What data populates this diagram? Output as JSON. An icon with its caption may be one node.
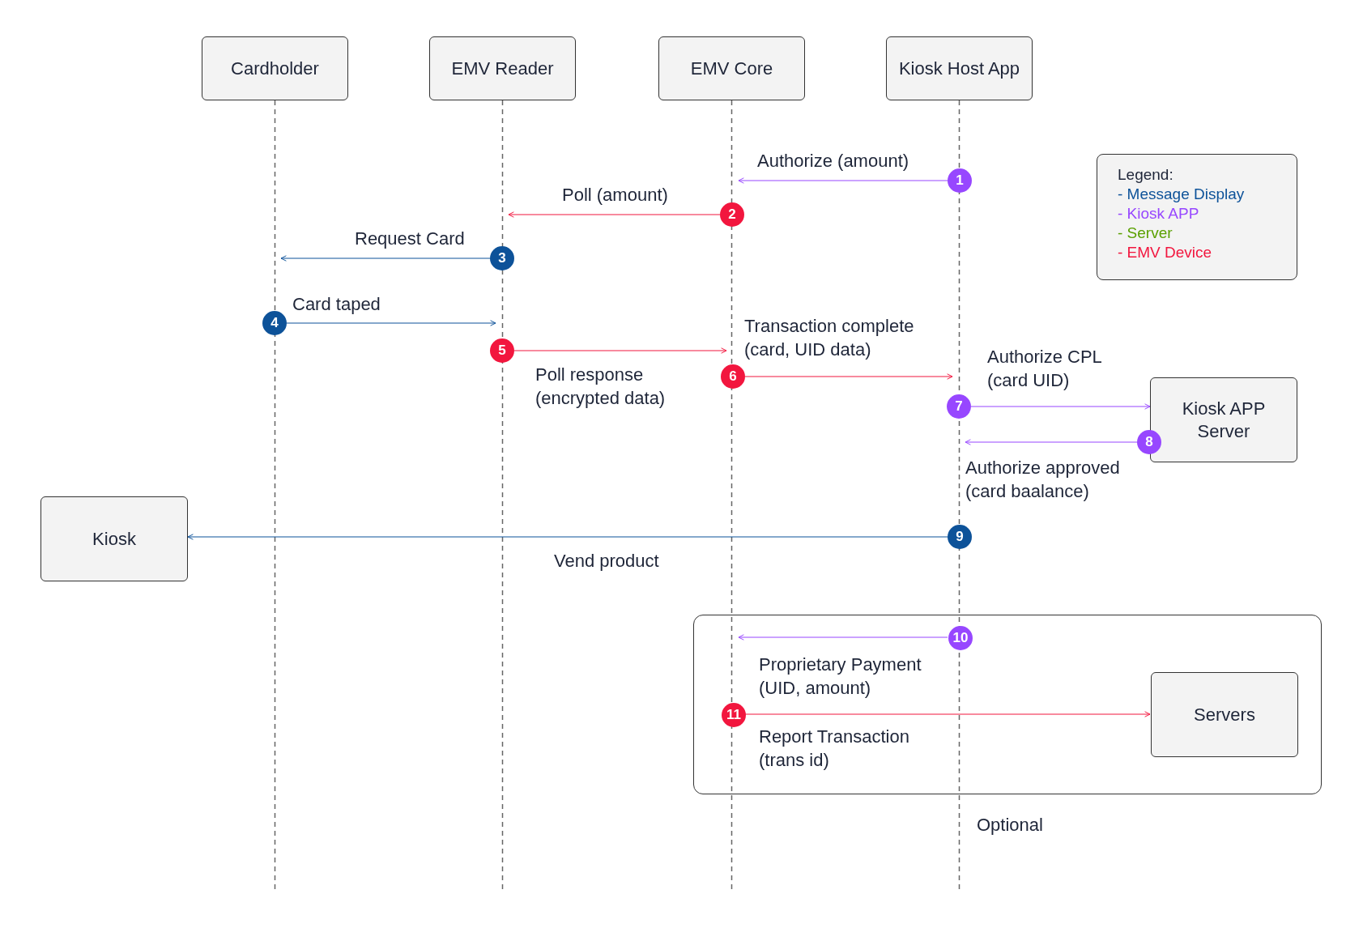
{
  "diagram": {
    "nodes": [
      {
        "text": [
          "Cardholder"
        ]
      },
      {
        "text": [
          "EMV Reader"
        ]
      },
      {
        "text": [
          "EMV Core"
        ]
      },
      {
        "text": [
          "Kiosk Host App"
        ]
      },
      {
        "text": [
          "1"
        ]
      },
      {
        "text": [
          "2"
        ]
      },
      {
        "text": [
          "3"
        ]
      },
      {
        "text": [
          "4"
        ]
      },
      {
        "text": [
          "5"
        ]
      },
      {
        "text": [
          "6"
        ]
      },
      {
        "text": [
          "7"
        ]
      },
      {
        "text": [
          "Kiosk APP Server"
        ]
      },
      {
        "text": [
          "8"
        ]
      },
      {
        "text": [
          "Kiosk"
        ]
      },
      {
        "text": [
          "9"
        ]
      },
      {
        "text": [],
        "shape": "box",
        "beside": [
          "Optional"
        ]
      },
      {
        "text": [
          "10"
        ],
        "in": 15
      },
      {
        "text": [
          "11"
        ],
        "in": 15
      },
      {
        "text": [
          "Servers"
        ],
        "in": 15
      }
    ],
    "edges": [
      {
        "from": 4,
        "to": 5,
        "arrow": "to",
        "label": "Authorize (amount)",
        "color": "#9747ff"
      },
      {
        "from": 5,
        "to": 6,
        "arrow": "to",
        "label": "Poll (amount)",
        "color": "#f2163e"
      },
      {
        "from": 6,
        "to": null,
        "arrow": "to",
        "label": "Request Card",
        "color": "#0d5299"
      },
      {
        "from": 7,
        "to": 8,
        "arrow": "to",
        "label": "Card taped",
        "color": "#0d5299"
      },
      {
        "from": 8,
        "to": 9,
        "arrow": "to",
        "label": "Poll response (encrypted data)",
        "color": "#f2163e"
      },
      {
        "from": 9,
        "to": 10,
        "arrow": "to",
        "label": "Transaction complete (card, UID data)",
        "color": "#f2163e"
      },
      {
        "from": 10,
        "to": 11,
        "arrow": "to",
        "label": "Authorize CPL (card UID)",
        "color": "#9747ff"
      },
      {
        "from": 12,
        "to": 10,
        "arrow": "to",
        "label": "Authorize approved (card baalance)",
        "color": "#9747ff"
      },
      {
        "from": 14,
        "to": 13,
        "arrow": "to",
        "label": "Vend product",
        "color": "#0d5299"
      },
      {
        "from": 16,
        "to": null,
        "arrow": "to",
        "label": "Proprietary Payment (UID, amount)",
        "color": "#9747ff"
      },
      {
        "from": 17,
        "to": 18,
        "arrow": "to",
        "label": "Report Transaction (trans id)",
        "color": "#f2163e"
      }
    ],
    "labels": [
      "Legend:"
    ],
    "legend": [
      {
        "text": "- Message Display",
        "color": "#0d5299"
      },
      {
        "text": "- Kiosk APP",
        "color": "#9747ff"
      },
      {
        "text": "- Server",
        "color": "#5aa000"
      },
      {
        "text": "- EMV Device",
        "color": "#f2163e"
      }
    ]
  }
}
